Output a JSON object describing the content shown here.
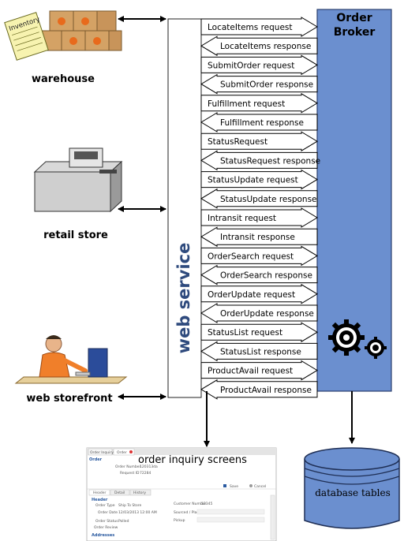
{
  "labels": {
    "warehouse": "warehouse",
    "retail_store": "retail store",
    "web_storefront": "web storefront",
    "web_service": "web service",
    "order_broker_line1": "Order",
    "order_broker_line2": "Broker",
    "order_inquiry": "order inquiry screens",
    "database_tables": "database tables",
    "inventory_tag": "Inventory"
  },
  "messages": [
    {
      "label": "LocateItems request",
      "dir": "right"
    },
    {
      "label": "LocateItems response",
      "dir": "left"
    },
    {
      "label": "SubmitOrder request",
      "dir": "right"
    },
    {
      "label": "SubmitOrder response",
      "dir": "left"
    },
    {
      "label": "Fulfillment request",
      "dir": "right"
    },
    {
      "label": "Fulfillment response",
      "dir": "left"
    },
    {
      "label": "StatusRequest",
      "dir": "right"
    },
    {
      "label": "StatusRequest response",
      "dir": "left"
    },
    {
      "label": "StatusUpdate request",
      "dir": "right"
    },
    {
      "label": "StatusUpdate response",
      "dir": "left"
    },
    {
      "label": "Intransit request",
      "dir": "right"
    },
    {
      "label": "Intransit response",
      "dir": "left"
    },
    {
      "label": "OrderSearch request",
      "dir": "right"
    },
    {
      "label": "OrderSearch response",
      "dir": "left"
    },
    {
      "label": "OrderUpdate request",
      "dir": "right"
    },
    {
      "label": "OrderUpdate response",
      "dir": "left"
    },
    {
      "label": "StatusList request",
      "dir": "right"
    },
    {
      "label": "StatusList  response",
      "dir": "left"
    },
    {
      "label": "ProductAvail request",
      "dir": "right"
    },
    {
      "label": "ProductAvail response",
      "dir": "left"
    }
  ],
  "screen": {
    "tab1": "Order Inquiry",
    "tab2": "Order",
    "section_title": "Order",
    "order_number_label": "Order Number",
    "order_number_value": "120313da",
    "request_id_label": "Request ID",
    "request_id_value": "72284",
    "save_label": "Save",
    "cancel_label": "Cancel",
    "subtab1": "Header",
    "subtab2": "Detail",
    "subtab3": "History",
    "header_title": "Header",
    "order_type_label": "Order Type",
    "order_type_value": "Ship To Store",
    "customer_label": "Customer Number",
    "customer_value": "12345",
    "order_date_label": "Order Date",
    "order_date_value": "12/03/2013 12:00 AM",
    "sourced_label": "Sourced / Placed",
    "order_status_label": "Order Status",
    "order_status_value": "Polled",
    "pickup_label": "Pickup",
    "order_review_label": "Order Review",
    "addresses_title": "Addresses"
  },
  "colors": {
    "broker_fill": "#6b8fcf",
    "db_fill": "#6b8fcf",
    "web_service_text": "#2e4a7d"
  }
}
